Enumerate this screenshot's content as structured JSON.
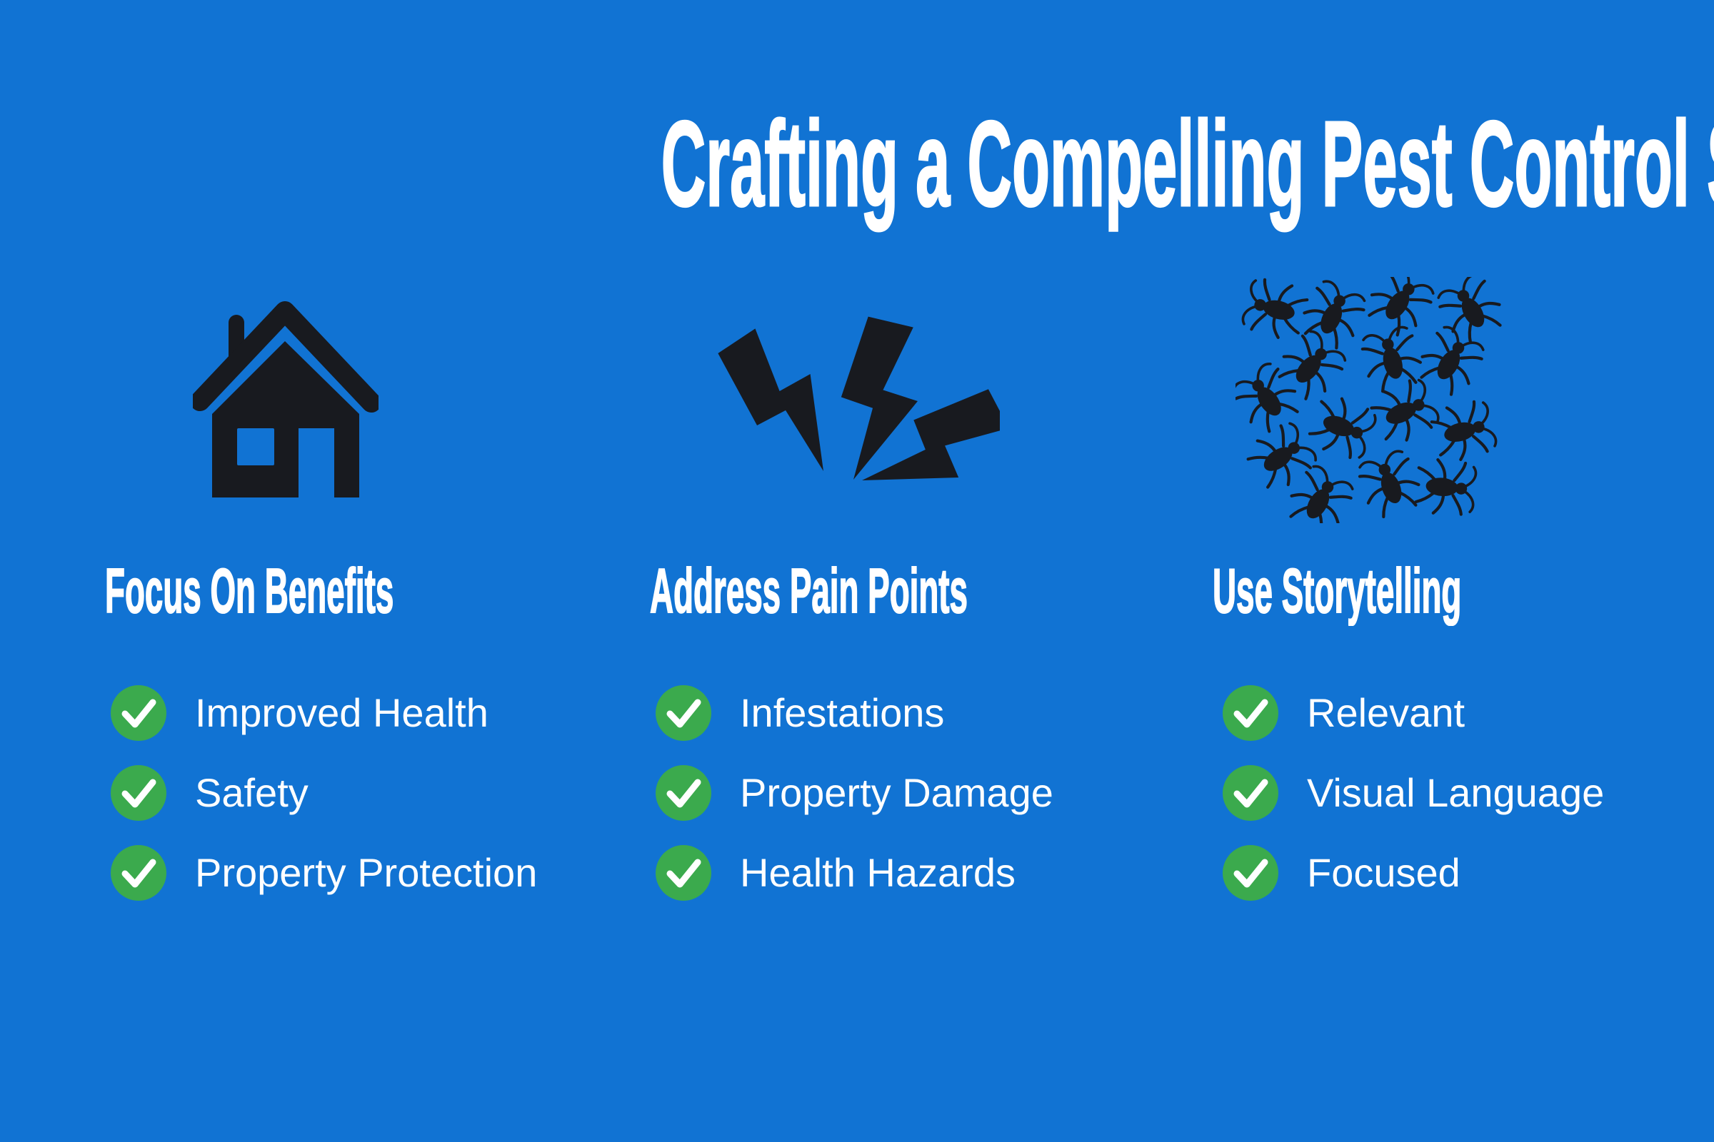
{
  "title": "Crafting a Compelling Pest Control Sales Pitch",
  "colors": {
    "background": "#1173D3",
    "icon_dark": "#181A1F",
    "check_green": "#3BAA4D",
    "text": "#FFFFFF"
  },
  "columns": [
    {
      "heading": "Focus On Benefits",
      "icon": "house-icon",
      "items": [
        "Improved Health",
        "Safety",
        "Property Protection"
      ]
    },
    {
      "heading": "Address Pain Points",
      "icon": "lightning-bolts-icon",
      "items": [
        "Infestations",
        "Property Damage",
        "Health Hazards"
      ]
    },
    {
      "heading": "Use Storytelling",
      "icon": "cockroaches-icon",
      "items": [
        "Relevant",
        "Visual Language",
        "Focused"
      ]
    }
  ]
}
